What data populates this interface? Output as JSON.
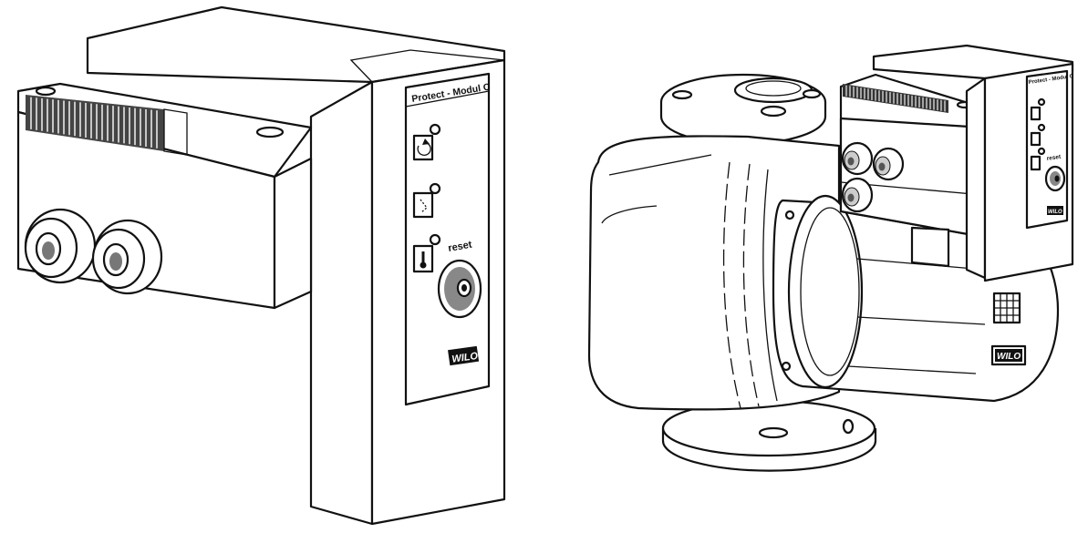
{
  "module_closeup": {
    "panel_title": "Protect - Modul C",
    "reset_label": "reset",
    "brand_logo": "WILO",
    "indicators": [
      "rotation-arrow-icon",
      "fault-dotted-arrow-icon",
      "thermometer-icon"
    ]
  },
  "pump_assembly": {
    "panel_title": "Protect - Modul C",
    "reset_label": "reset",
    "brand_logo_module": "WILO",
    "brand_logo_motor": "WILO"
  }
}
